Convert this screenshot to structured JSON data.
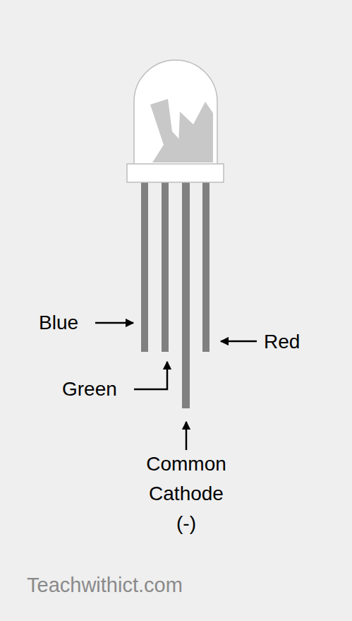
{
  "diagram": {
    "labels": [
      "Blue",
      "Green",
      "Red",
      "Common Cathode (-)",
      "Teachwithict.com"
    ]
  }
}
